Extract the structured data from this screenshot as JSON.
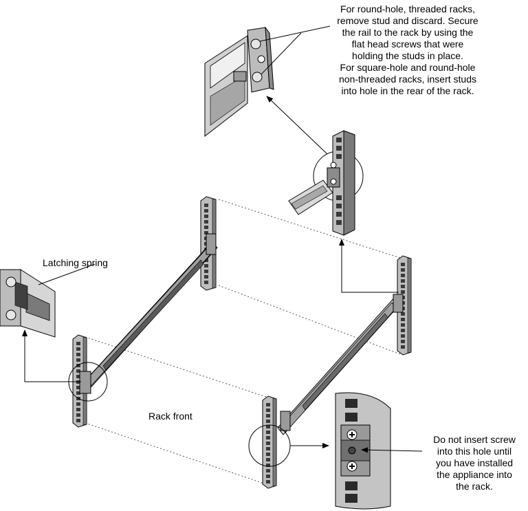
{
  "callouts": {
    "top_note": [
      "For round-hole, threaded racks,",
      "remove stud and discard. Secure",
      "the rail to the rack by using the",
      "flat head screws that were",
      "holding the studs in place.",
      "For square-hole and round-hole",
      "non-threaded racks, insert studs",
      "into hole in the rear of the rack."
    ],
    "latching_spring": "Latching spring",
    "rack_front": "Rack front",
    "screw_note": [
      "Do not insert screw",
      "into this hole until",
      "you have installed",
      "the appliance into",
      "the rack."
    ]
  },
  "colors": {
    "post_fill": "#bdbdbd",
    "post_dark": "#7a7a7a",
    "rail_fill": "#d9d9d9",
    "hole_fill": "#3a3a3a",
    "stroke": "#000000",
    "bracket_fill": "#8c8c8c"
  }
}
